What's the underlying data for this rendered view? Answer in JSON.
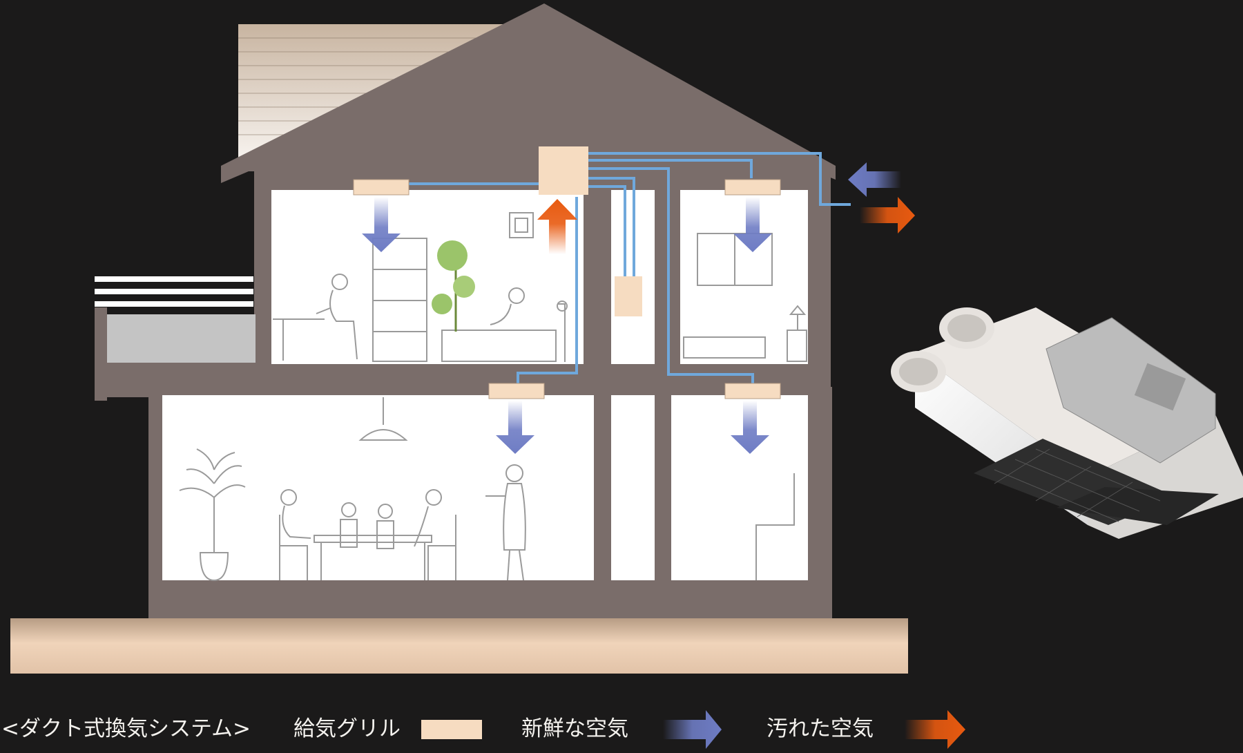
{
  "title": "<ダクト式換気システム>",
  "legend": {
    "grille_label": "給気グリル",
    "fresh_label": "新鮮な空気",
    "dirty_label": "汚れた空気"
  },
  "colors": {
    "background": "#1b1a1a",
    "house_wall": "#7a6d6a",
    "room": "#ffffff",
    "grille": "#f6dcc1",
    "duct": "#6fa8dc",
    "fresh_air": "#6e7cc4",
    "dirty_air": "#e85a10",
    "ground": "#d9bba0"
  },
  "icons": {
    "fresh": "arrow-right-blue-gradient",
    "dirty": "arrow-right-orange-gradient",
    "unit": "ventilation-unit-illustration"
  }
}
